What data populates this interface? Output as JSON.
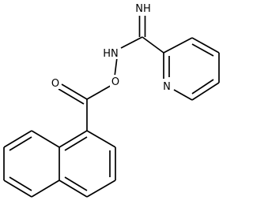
{
  "structure": {
    "atom_labels": {
      "imine": "NH",
      "amide_nh": "HN",
      "oxygen_link": "O",
      "carbonyl_oxygen": "O",
      "pyridine_n": "N"
    }
  }
}
